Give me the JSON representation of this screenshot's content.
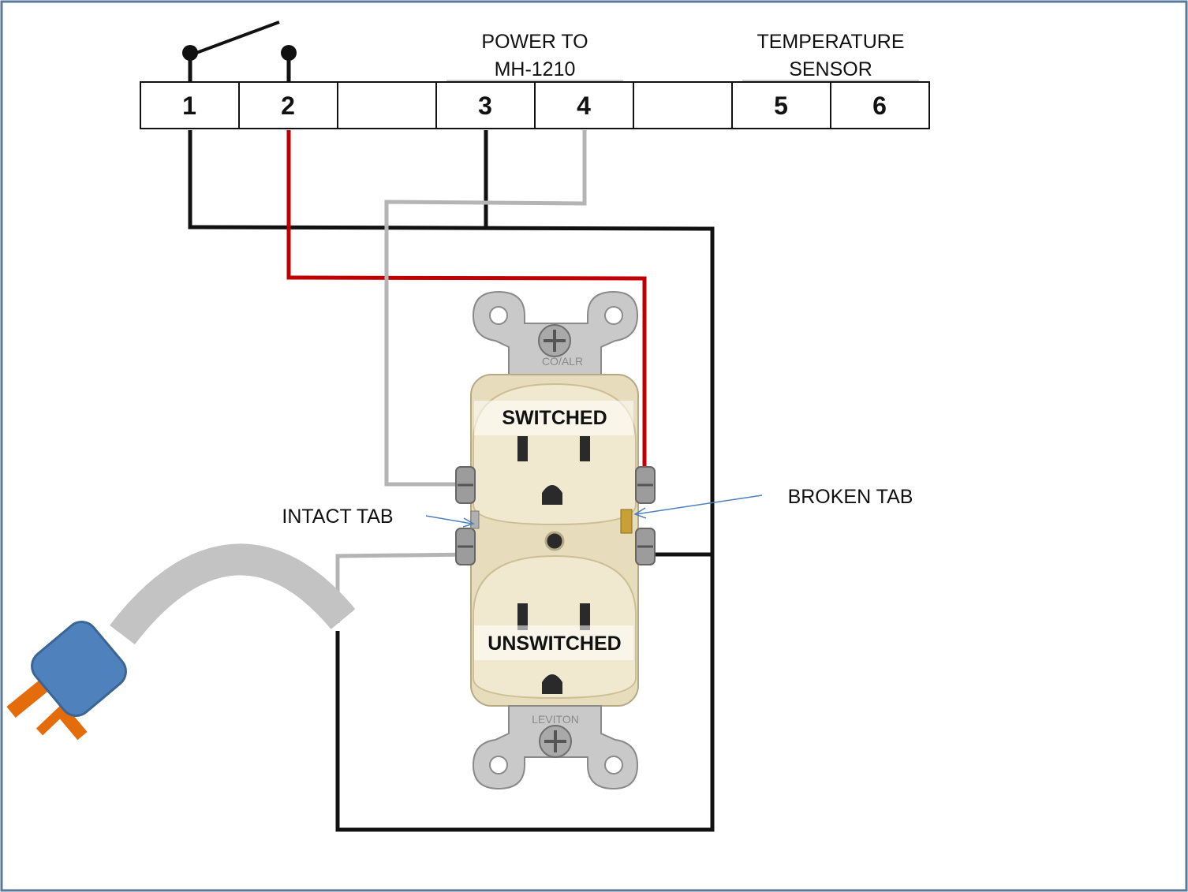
{
  "header_labels": {
    "power_line1": "POWER  TO",
    "power_line2": "MH-1210",
    "temp_line1": "TEMPERATURE",
    "temp_line2": "SENSOR"
  },
  "terminals": [
    "1",
    "2",
    "",
    "3",
    "4",
    "",
    "5",
    "6"
  ],
  "receptacle": {
    "top_label": "SWITCHED",
    "bottom_label": "UNSWITCHED",
    "upper_stamp": "CO/ALR",
    "lower_stamp": "LEVITON"
  },
  "annotations": {
    "intact_tab": "INTACT TAB",
    "broken_tab": "BROKEN TAB"
  },
  "colors": {
    "frame": "#5b7a9a",
    "wire_black": "#111111",
    "wire_red": "#c00000",
    "wire_gray": "#b4b4b4",
    "receptacle_body": "#efe6c9",
    "plug_body": "#4f81bd",
    "plug_prongs": "#e46c0a",
    "arrow": "#4f81bd"
  },
  "icons": [
    "switch-icon",
    "plug-icon",
    "screw-icon"
  ]
}
